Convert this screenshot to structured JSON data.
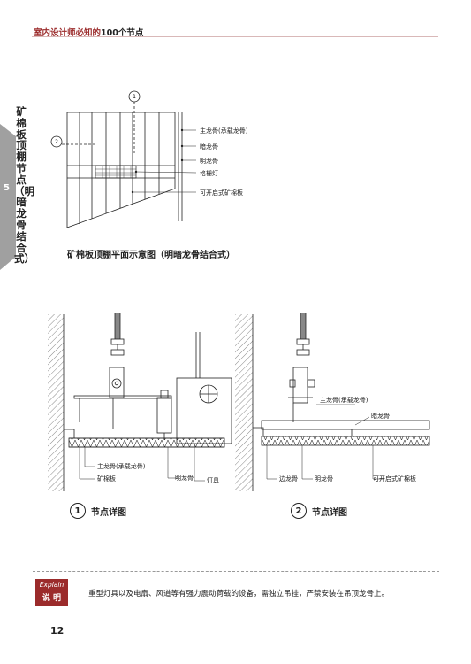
{
  "header": {
    "title_prefix": "室内设计师必知的",
    "title_suffix": "100个节点"
  },
  "side": {
    "title": "矿棉板顶棚节点（明暗龙骨结合式）",
    "number": "5"
  },
  "plan": {
    "caption": "矿棉板顶棚平面示意图（明暗龙骨结合式）",
    "section_mark_1": "1",
    "section_mark_2": "2",
    "labels": [
      "主龙骨(承载龙骨)",
      "暗龙骨",
      "明龙骨",
      "格栅灯",
      "可开启式矿棉板"
    ]
  },
  "detail1": {
    "number": "1",
    "title": "节点详图",
    "labels": {
      "main_keel": "主龙骨(承载龙骨)",
      "mineral_board": "矿棉板",
      "visible_keel": "明龙骨",
      "lamp": "灯具"
    }
  },
  "detail2": {
    "number": "2",
    "title": "节点详图",
    "labels": {
      "main_keel": "主龙骨(承载龙骨)",
      "hidden_keel": "暗龙骨",
      "edge_keel": "边龙骨",
      "visible_keel": "明龙骨",
      "openable_board": "可开启式矿棉板"
    }
  },
  "explain": {
    "word": "Explain",
    "label": "说 明",
    "text": "重型灯具以及电扇、风道等有强力震动荷载的设备，需独立吊挂，严禁安装在吊顶龙骨上。"
  },
  "page_number": "12",
  "colors": {
    "accent": "#9b2b2b",
    "tab": "#a0a0a0"
  }
}
